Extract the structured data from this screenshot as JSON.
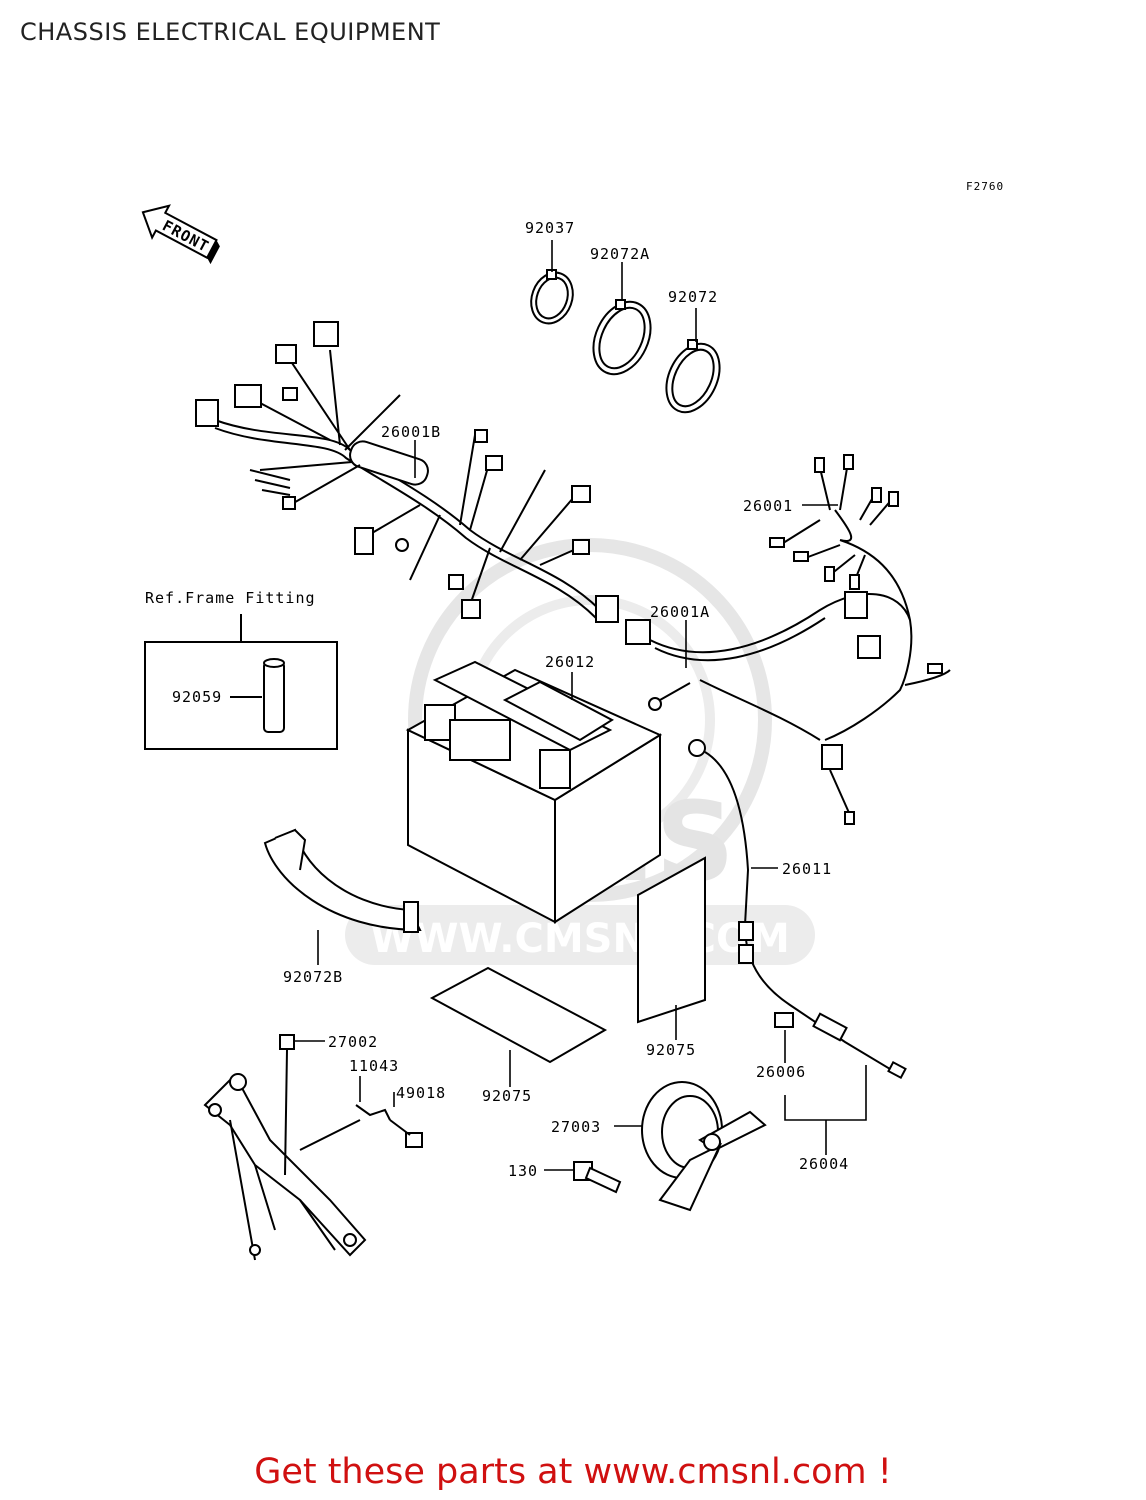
{
  "page": {
    "title": "CHASSIS ELECTRICAL EQUIPMENT",
    "figure_code": "F2760",
    "front_label": "FRONT",
    "ref_box_title": "Ref.Frame Fitting",
    "watermark_text": "WWW.CMSNL.COM",
    "watermark_logo": "CMS",
    "footer": "Get these parts at www.cmsnl.com !"
  },
  "parts": [
    {
      "id": "p92037",
      "label": "92037"
    },
    {
      "id": "p92072A",
      "label": "92072A"
    },
    {
      "id": "p92072",
      "label": "92072"
    },
    {
      "id": "p26001B",
      "label": "26001B"
    },
    {
      "id": "p26001",
      "label": "26001"
    },
    {
      "id": "p26001A",
      "label": "26001A"
    },
    {
      "id": "p26012",
      "label": "26012"
    },
    {
      "id": "p92059",
      "label": "92059"
    },
    {
      "id": "p26011",
      "label": "26011"
    },
    {
      "id": "p92072B",
      "label": "92072B"
    },
    {
      "id": "p27002",
      "label": "27002"
    },
    {
      "id": "p11043",
      "label": "11043"
    },
    {
      "id": "p49018",
      "label": "49018"
    },
    {
      "id": "p92075a",
      "label": "92075"
    },
    {
      "id": "p92075b",
      "label": "92075"
    },
    {
      "id": "p26006",
      "label": "26006"
    },
    {
      "id": "p27003",
      "label": "27003"
    },
    {
      "id": "p130",
      "label": "130"
    },
    {
      "id": "p26004",
      "label": "26004"
    }
  ],
  "colors": {
    "line": "#000000",
    "watermark": "#e4e4e4",
    "footer": "#d01010"
  }
}
